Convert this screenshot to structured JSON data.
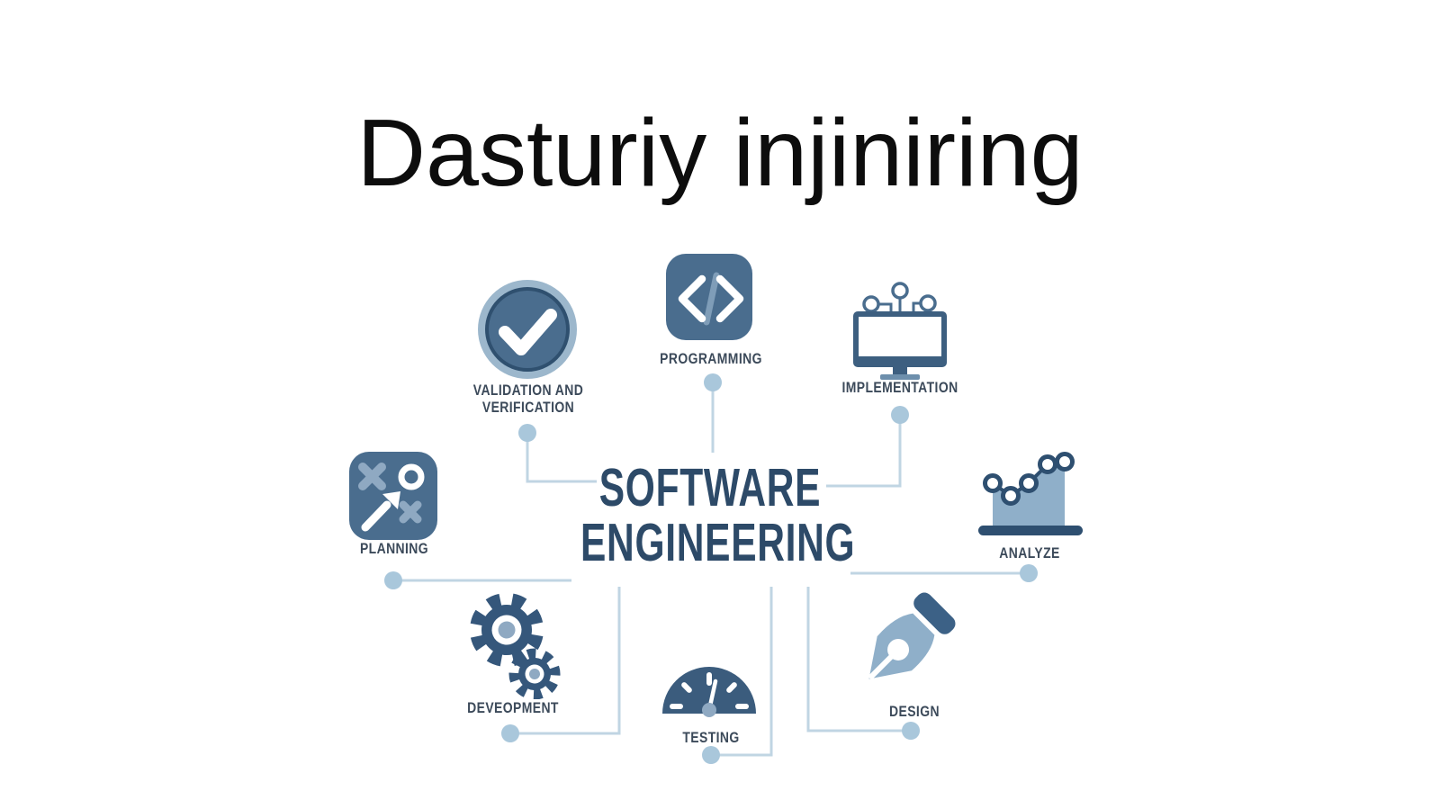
{
  "page": {
    "background": "#ffffff"
  },
  "title": {
    "text": "Dasturiy injiniring",
    "color": "#0d0d0d"
  },
  "diagram": {
    "center": {
      "line1": "SOFTWARE",
      "line2": "ENGINEERING",
      "color": "#2d4a68"
    },
    "colors": {
      "icon_primary": "#4a6d8e",
      "icon_dark": "#35577b",
      "icon_frame": "#3d5f80",
      "icon_light": "#8fafc9",
      "icon_pale_ring": "#9cb7cc",
      "chart_outline": "#2e4f70",
      "connector_line": "#c0d5e3",
      "connector_dot": "#a9c7db",
      "label_text": "#3c4a5a",
      "white": "#ffffff"
    },
    "nodes": [
      {
        "id": "validation",
        "label_line1": "VALIDATION AND",
        "label_line2": "VERIFICATION",
        "icon": "check-circle-icon"
      },
      {
        "id": "programming",
        "label_line1": "PROGRAMMING",
        "icon": "code-brackets-icon"
      },
      {
        "id": "implementation",
        "label_line1": "IMPLEMENTATION",
        "icon": "monitor-nodes-icon"
      },
      {
        "id": "planning",
        "label_line1": "PLANNING",
        "icon": "strategy-board-icon"
      },
      {
        "id": "analyze",
        "label_line1": "ANALYZE",
        "icon": "area-chart-icon"
      },
      {
        "id": "development",
        "label_line1": "DEVEOPMENT",
        "icon": "gears-icon"
      },
      {
        "id": "testing",
        "label_line1": "TESTING",
        "icon": "gauge-icon"
      },
      {
        "id": "design",
        "label_line1": "DESIGN",
        "icon": "pen-nib-icon"
      }
    ]
  }
}
